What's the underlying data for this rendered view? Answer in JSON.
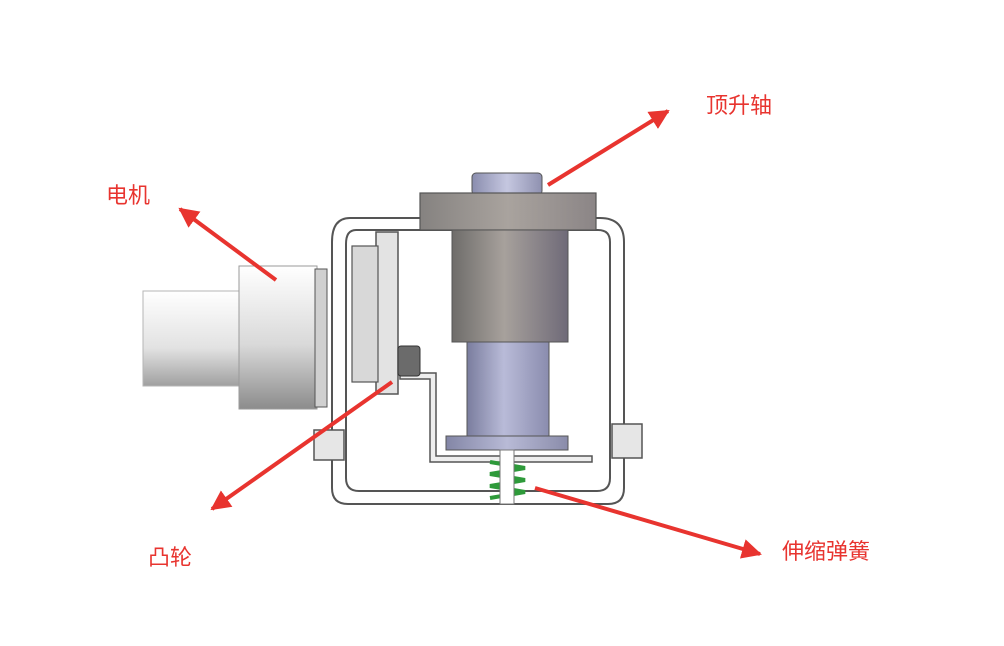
{
  "labels": {
    "motor": "电机",
    "lift_shaft": "顶升轴",
    "cam": "凸轮",
    "spring": "伸缩弹簧"
  },
  "colors": {
    "annotation": "#e8342f",
    "frame_outline": "#555555",
    "shaft_body": "#8f8894",
    "shaft_lower": "#9a9cc0",
    "spring": "#2e9a3a"
  }
}
